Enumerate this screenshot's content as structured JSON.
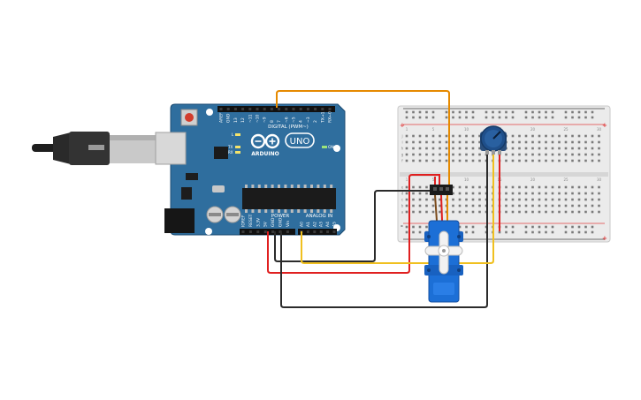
{
  "arduino": {
    "brand": "ARDUINO",
    "model": "UNO",
    "digital_header_label": "DIGITAL (PWM~)",
    "power_header_label": "POWER",
    "analog_header_label": "ANALOG IN",
    "on_led_label": "ON",
    "l_led_label": "L",
    "tx_led_label": "TX",
    "rx_led_label": "RX",
    "aref_label": "AREF",
    "digital_pin_labels": [
      "AREF",
      "GND",
      "13",
      "12",
      "~11",
      "~10",
      "~9",
      "8",
      "7",
      "~6",
      "~5",
      "4",
      "~3",
      "2",
      "TX→1",
      "RX←0"
    ],
    "power_pin_labels": [
      "IOREF",
      "RESET",
      "3.3V",
      "5V",
      "GND",
      "GND",
      "Vin"
    ],
    "analog_pin_labels": [
      "A0",
      "A1",
      "A2",
      "A3",
      "A4",
      "A5"
    ]
  },
  "breadboard": {
    "row_letters_top": [
      "j",
      "i",
      "h",
      "g",
      "f"
    ],
    "row_letters_bottom": [
      "e",
      "d",
      "c",
      "b",
      "a"
    ],
    "column_numbers": [
      "1",
      "",
      "",
      "",
      "5",
      "",
      "",
      "",
      "",
      "10",
      "",
      "",
      "",
      "",
      "15",
      "",
      "",
      "",
      "",
      "20",
      "",
      "",
      "",
      "",
      "25",
      "",
      "",
      "",
      "",
      "30"
    ],
    "rail_plus": "+",
    "rail_minus": "-"
  },
  "colors": {
    "board_blue": "#2f6e9e",
    "board_edge": "#1f4e74",
    "wire_orange": "#e68a00",
    "wire_red": "#e02020",
    "wire_black": "#2b2b2b",
    "wire_yellow": "#f0c020",
    "servo_blue": "#1c6fd6",
    "pot_blue": "#1f4f8a"
  }
}
